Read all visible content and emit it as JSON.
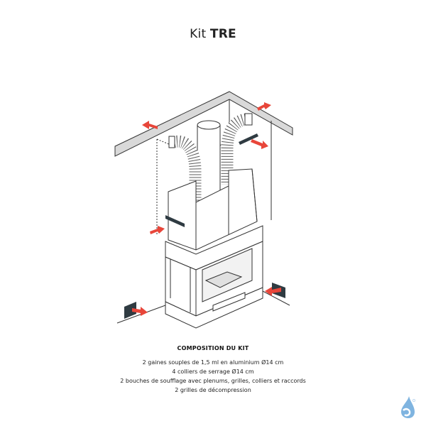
{
  "title": {
    "prefix": "Kit",
    "name": "TRE"
  },
  "diagram": {
    "description": "Isometric illustration of a corner fireplace with hood, two flexible aluminium ducts, supply grilles and decompression grilles with red airflow arrows",
    "colors": {
      "arrow": "#e8463a",
      "line": "#333333",
      "ceiling_fill": "#d9d9d9",
      "grille": "#2f3b42",
      "logo": "#7fb4e0"
    },
    "arrows": [
      {
        "label": "ceiling-left-outflow"
      },
      {
        "label": "ceiling-right-outflow"
      },
      {
        "label": "right-grille-outflow"
      },
      {
        "label": "hood-left-inflow"
      },
      {
        "label": "floor-left-grille"
      },
      {
        "label": "floor-right-grille"
      }
    ]
  },
  "kit": {
    "heading": "COMPOSITION DU KIT",
    "items": [
      "2 gaines souples de 1,5 ml en aluminium Ø14 cm",
      "4 colliers de serrage Ø14 cm",
      "2 bouches de soufflage avec plenums, grilles, colliers et raccords",
      "2 grilles de décompression"
    ]
  }
}
